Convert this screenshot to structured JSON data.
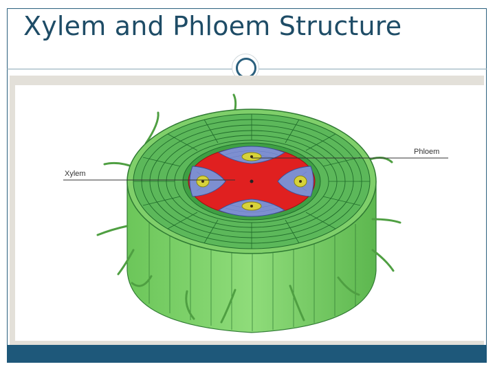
{
  "slide": {
    "title": "Xylem and Phloem Structure"
  },
  "diagram": {
    "labels": {
      "xylem": "Xylem",
      "phloem": "Phloem"
    },
    "colors": {
      "cortex_green": "#5cb85a",
      "cell_outline": "#1f6b2a",
      "stele_red": "#e02020",
      "phloem_blue": "#7d8fd0",
      "xylem_core": "#d7d23a",
      "outer_side": "#7fcf6a",
      "root_hair": "#5aaa4a",
      "accent": "#1e587a"
    },
    "icons": [
      "decorative-circle-icon"
    ]
  }
}
